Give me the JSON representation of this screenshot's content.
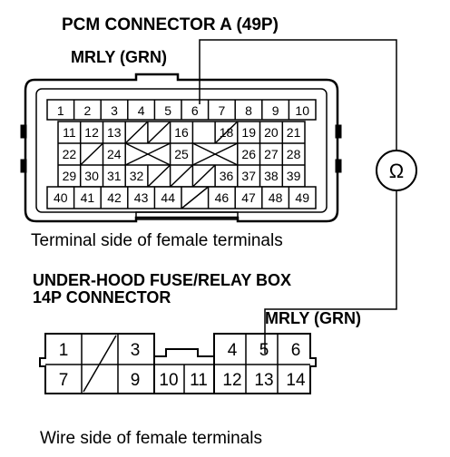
{
  "pcm": {
    "title": "PCM CONNECTOR A (49P)",
    "wire_label": "MRLY (GRN)",
    "caption": "Terminal side of female terminals",
    "rows": [
      [
        "1",
        "2",
        "3",
        "4",
        "5",
        "6",
        "7",
        "8",
        "9",
        "10"
      ],
      [
        "11",
        "12",
        "13",
        "",
        "",
        "16",
        "",
        "18",
        "19",
        "20",
        "21"
      ],
      [
        "22",
        "",
        "24",
        "",
        "25",
        "",
        "26",
        "27",
        "28"
      ],
      [
        "29",
        "30",
        "31",
        "32",
        "",
        "",
        "",
        "36",
        "37",
        "38",
        "39"
      ],
      [
        "40",
        "41",
        "42",
        "43",
        "44",
        "",
        "46",
        "47",
        "48",
        "49"
      ]
    ]
  },
  "fuse_box": {
    "title_line1": "UNDER-HOOD FUSE/RELAY BOX",
    "title_line2": "14P CONNECTOR",
    "wire_label": "MRLY (GRN)",
    "caption": "Wire side of female terminals",
    "row1": [
      "1",
      "",
      "3",
      "4",
      "5",
      "6"
    ],
    "row2": [
      "7",
      "",
      "9",
      "10",
      "11",
      "12",
      "13",
      "14"
    ]
  },
  "meter": {
    "symbol": "Ω",
    "icon": "ohmmeter-icon"
  }
}
